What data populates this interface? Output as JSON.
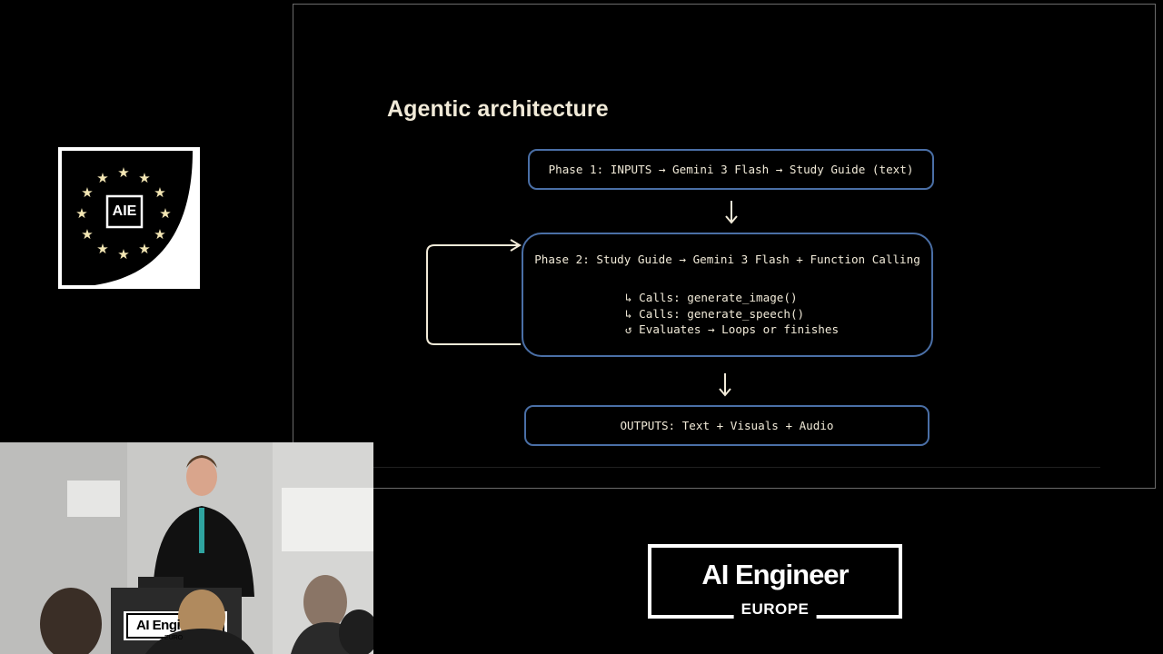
{
  "logo": {
    "text": "AIE"
  },
  "slide": {
    "title": "Agentic architecture",
    "phase1": {
      "label": "Phase 1: INPUTS → Gemini 3 Flash → Study Guide (text)"
    },
    "phase2": {
      "label": "Phase 2: Study Guide → Gemini 3 Flash + Function Calling",
      "lines": [
        "↳ Calls: generate_image()",
        "↳ Calls: generate_speech()",
        "↺ Evaluates → Loops or finishes"
      ]
    },
    "outputs": {
      "label": "OUTPUTS: Text + Visuals + Audio"
    },
    "colors": {
      "box_border": "#4a6fa6",
      "text": "#f1ead8",
      "loop_line": "#f1ead8"
    }
  },
  "event_logo": {
    "title": "AI Engineer",
    "subtitle": "EUROPE"
  },
  "speaker_video": {
    "podium_text": "AI Engi",
    "podium_subtext": "EURO"
  }
}
